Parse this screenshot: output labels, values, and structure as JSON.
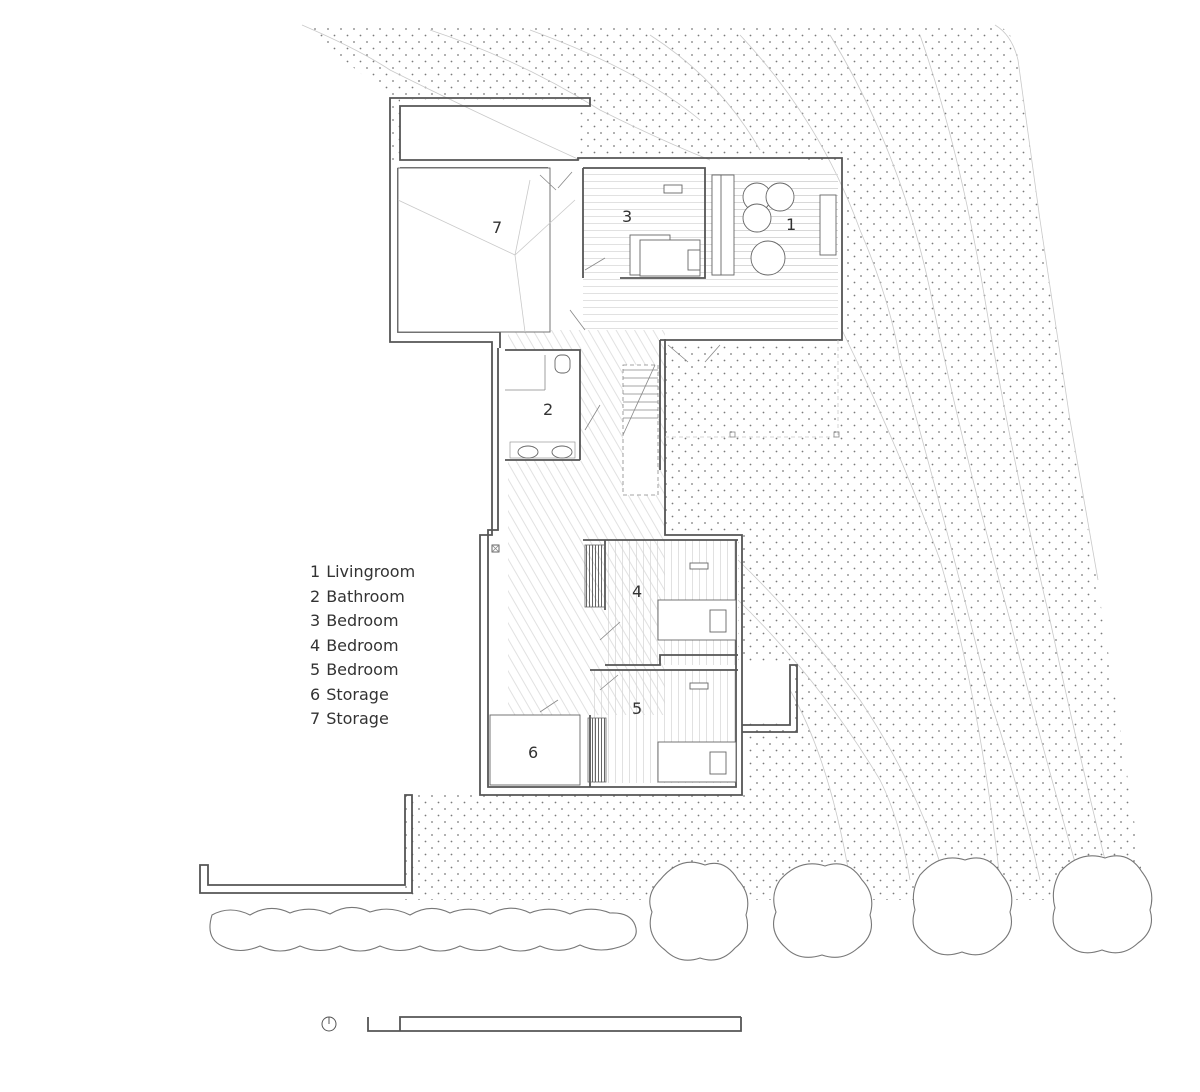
{
  "rooms": [
    {
      "number": "1",
      "name": "Livingroom"
    },
    {
      "number": "2",
      "name": "Bathroom"
    },
    {
      "number": "3",
      "name": "Bedroom"
    },
    {
      "number": "4",
      "name": "Bedroom"
    },
    {
      "number": "5",
      "name": "Bedroom"
    },
    {
      "number": "6",
      "name": "Storage"
    },
    {
      "number": "7",
      "name": "Storage"
    }
  ],
  "icons": {
    "north": "north-arrow-icon",
    "scale": "scale-bar-icon",
    "tree": "tree-icon",
    "hedge": "hedge-icon"
  },
  "colors": {
    "line": "#555555",
    "dots": "#7a7a7a",
    "floor_lines": "#d4d4d4",
    "background": "#ffffff"
  }
}
